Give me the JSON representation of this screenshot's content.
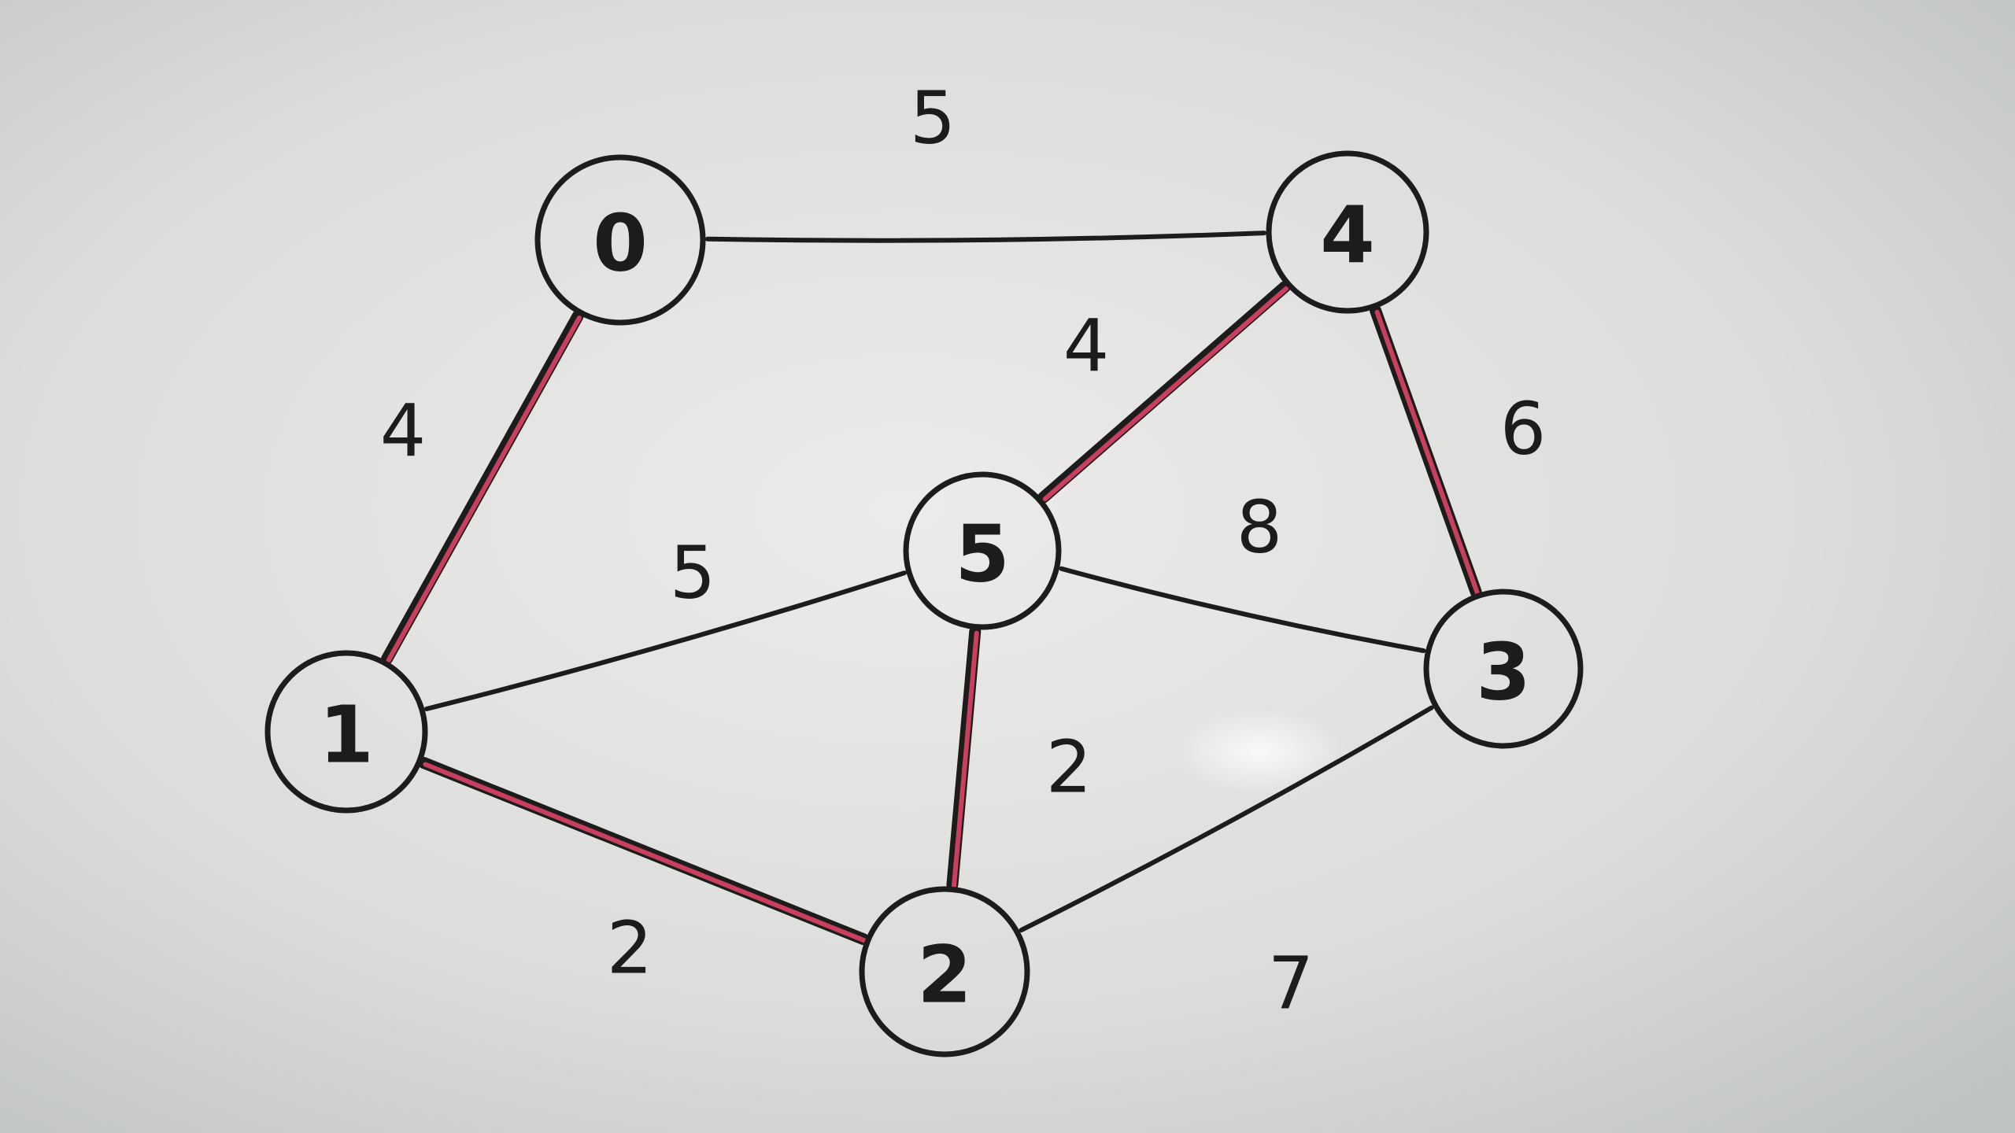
{
  "nodes": [
    {
      "id": "n0",
      "label": "0"
    },
    {
      "id": "n1",
      "label": "1"
    },
    {
      "id": "n2",
      "label": "2"
    },
    {
      "id": "n3",
      "label": "3"
    },
    {
      "id": "n4",
      "label": "4"
    },
    {
      "id": "n5",
      "label": "5"
    }
  ],
  "edges": [
    {
      "id": "e0-4",
      "from": "0",
      "to": "4",
      "weight": "5",
      "highlighted": false
    },
    {
      "id": "e0-1",
      "from": "0",
      "to": "1",
      "weight": "4",
      "highlighted": true
    },
    {
      "id": "e1-5",
      "from": "1",
      "to": "5",
      "weight": "5",
      "highlighted": false
    },
    {
      "id": "e1-2",
      "from": "1",
      "to": "2",
      "weight": "2",
      "highlighted": true
    },
    {
      "id": "e4-5",
      "from": "4",
      "to": "5",
      "weight": "4",
      "highlighted": true
    },
    {
      "id": "e4-3",
      "from": "4",
      "to": "3",
      "weight": "6",
      "highlighted": true
    },
    {
      "id": "e5-3",
      "from": "5",
      "to": "3",
      "weight": "8",
      "highlighted": false
    },
    {
      "id": "e5-2",
      "from": "5",
      "to": "2",
      "weight": "2",
      "highlighted": true
    },
    {
      "id": "e2-3",
      "from": "2",
      "to": "3",
      "weight": "7",
      "highlighted": false
    }
  ],
  "colors": {
    "ink": "#1c1c1c",
    "highlight": "#c9405e",
    "board_light": "#e9e9e7",
    "board_dark": "#c2c6c3"
  }
}
